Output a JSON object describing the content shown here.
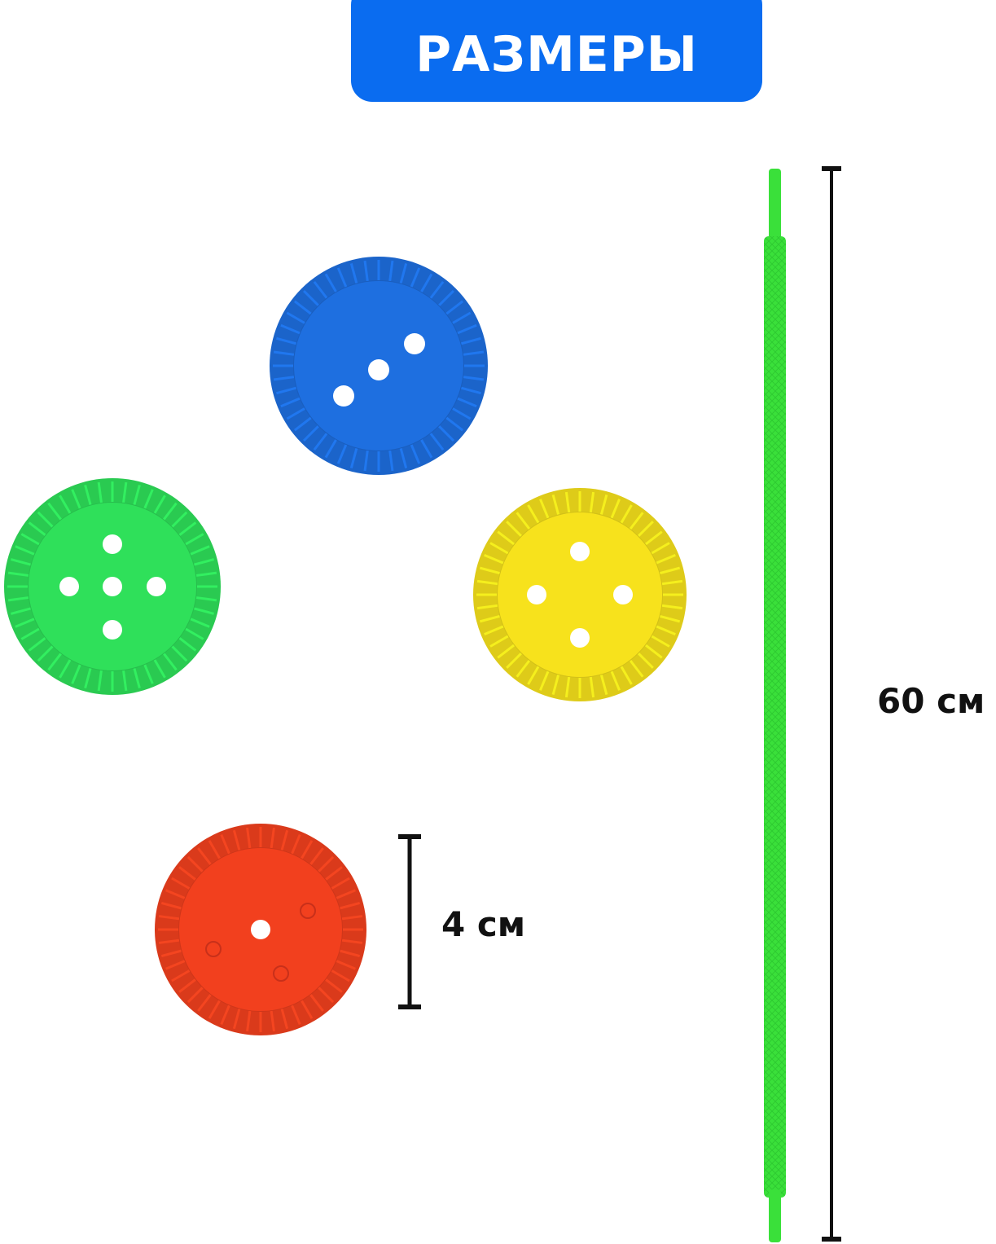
{
  "header": {
    "title": "РАЗМЕРЫ",
    "background_color": "#0a6cf0"
  },
  "measurements": {
    "button_diameter": "4 см",
    "stick_length": "60 см"
  },
  "items": [
    {
      "name": "blue-button",
      "color": "#1e6fe0",
      "holes": 3
    },
    {
      "name": "green-button",
      "color": "#2fe05a",
      "holes": 5
    },
    {
      "name": "yellow-button",
      "color": "#f7e21c",
      "holes": 4
    },
    {
      "name": "red-button",
      "color": "#f2401e",
      "holes": 1
    },
    {
      "name": "green-stick",
      "color": "#3ae03a"
    }
  ],
  "colors": {
    "dimension_line": "#111111",
    "text": "#111111"
  }
}
